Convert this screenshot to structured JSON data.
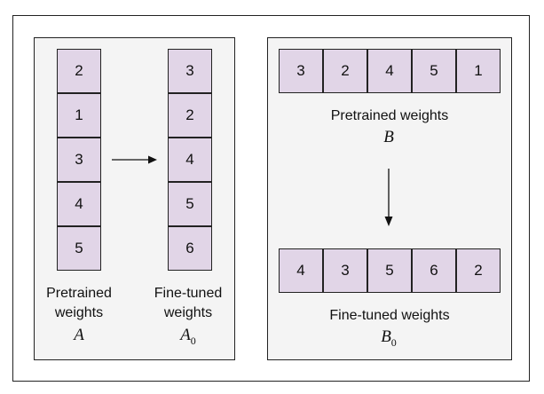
{
  "left_panel": {
    "pretrained": {
      "values": [
        "2",
        "1",
        "3",
        "4",
        "5"
      ],
      "label_line1": "Pretrained",
      "label_line2": "weights",
      "symbol": "A",
      "symbol_sub": ""
    },
    "finetuned": {
      "values": [
        "3",
        "2",
        "4",
        "5",
        "6"
      ],
      "label_line1": "Fine-tuned",
      "label_line2": "weights",
      "symbol": "A",
      "symbol_sub": "0"
    }
  },
  "right_panel": {
    "pretrained": {
      "values": [
        "3",
        "2",
        "4",
        "5",
        "1"
      ],
      "label": "Pretrained weights",
      "symbol": "B",
      "symbol_sub": ""
    },
    "finetuned": {
      "values": [
        "4",
        "3",
        "5",
        "6",
        "2"
      ],
      "label": "Fine-tuned weights",
      "symbol": "B",
      "symbol_sub": "0"
    }
  },
  "colors": {
    "cell_fill": "#e1d5e7",
    "panel_fill": "#f4f4f4",
    "stroke": "#222222"
  }
}
